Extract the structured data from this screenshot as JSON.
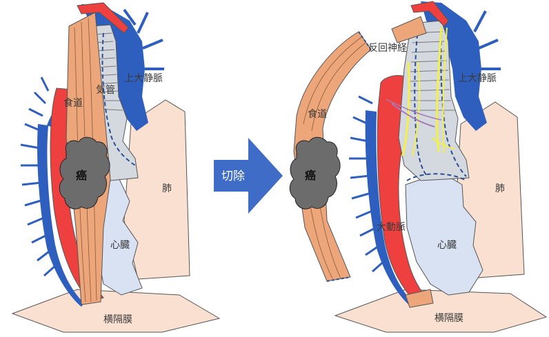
{
  "labels": {
    "esophagus": "食道",
    "trachea": "気管",
    "svc": "上大静脈",
    "cancer": "癌",
    "lung": "肺",
    "heart": "心臓",
    "diaphragm": "横隔膜",
    "nerve": "反回神経",
    "aorta": "大動脈"
  },
  "arrow": {
    "label": "切除"
  },
  "colors": {
    "vein": "#2e5fbf",
    "artery": "#ef4040",
    "esophagus": "#eda57a",
    "trachea": "#d4d8df",
    "heart": "#d9e2f2",
    "lung": "#f9e0d0",
    "diaphragm": "#f9e0d0",
    "tumor": "#6c6c6c",
    "nerve": "#f3f04a",
    "arrow": "#3f6cc6"
  }
}
